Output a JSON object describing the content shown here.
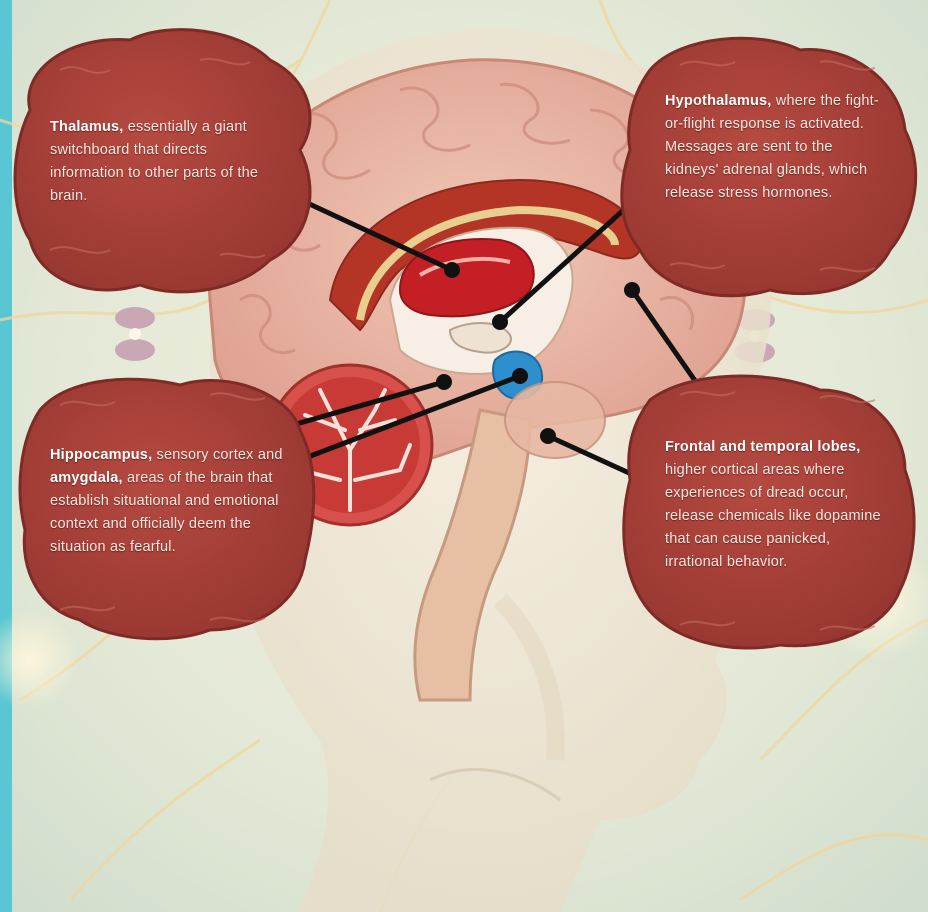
{
  "callouts": {
    "thalamus": {
      "term": "Thalamus,",
      "text": "essentially a giant switchboard that directs information to other parts of the brain."
    },
    "hypothalamus": {
      "term": "Hypothalamus,",
      "text": "where the fight-or-flight response is activated. Messages are sent to the kidneys' adrenal glands, which release stress hormones."
    },
    "hippocampus": {
      "term": "Hippocampus,",
      "text_a": "sensory cortex and",
      "term2": "amygdala,",
      "text_b": "areas of the brain that establish situational and emotional context and officially deem the situation as fearful."
    },
    "frontal_temporal": {
      "term": "Frontal and temporal lobes,",
      "text": "higher cortical areas where experiences of dread occur, release chemicals like dopamine that can cause panicked, irrational behavior."
    }
  },
  "colors": {
    "background": "#dfe6d6",
    "blob": "#a9413a",
    "brain_tissue": "#e9b6a6",
    "thalamus_red": "#c41f25",
    "amygdala_blue": "#2f8fcc",
    "leader_line": "#111111"
  }
}
